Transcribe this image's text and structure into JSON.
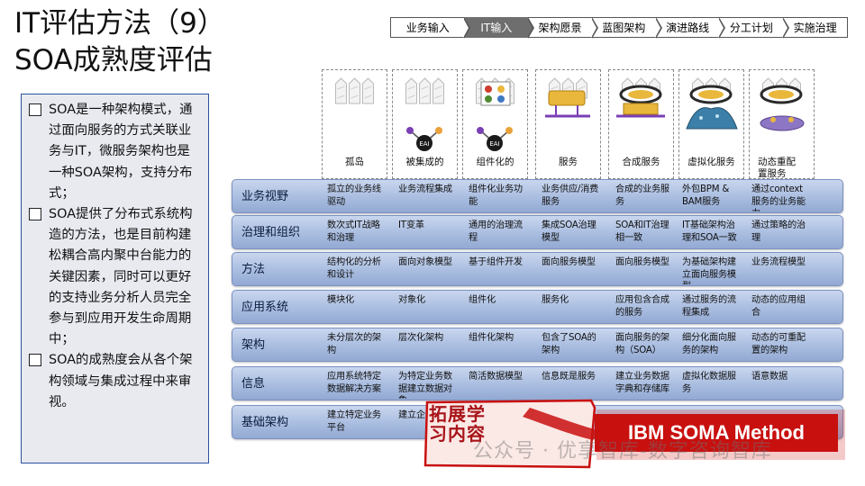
{
  "title": {
    "line1": "IT评估方法（9）",
    "line2": "SOA成熟度评估"
  },
  "breadcrumb": [
    "业务输入",
    "IT输入",
    "架构愿景",
    "蓝图架构",
    "演进路线",
    "分工计划",
    "实施治理"
  ],
  "breadcrumb_active_index": 1,
  "bullets": [
    "SOA是一种架构模式，通过面向服务的方式关联业务与IT，微服务架构也是一种SOA架构，支持分布式；",
    "SOA提供了分布式系统构造的方法，也是目前构建松耦合高内聚中台能力的关键因素，同时可以更好的支持业务分析人员完全参与到应用开发生命周期中；",
    "SOA的成熟度会从各个架构领域与集成过程中来审视。"
  ],
  "levels": [
    {
      "name": "孤岛",
      "icon": "silo-icon"
    },
    {
      "name": "被集成的",
      "icon": "integrated-icon"
    },
    {
      "name": "组件化的",
      "icon": "componentized-icon"
    },
    {
      "name": "服务",
      "icon": "service-icon"
    },
    {
      "name": "合成服务",
      "icon": "composite-service-icon"
    },
    {
      "name": "虚拟化服务",
      "icon": "virtualized-service-icon"
    },
    {
      "name": "动态重配置服务",
      "icon": "dynamic-reconfig-icon"
    }
  ],
  "badge_text": "EAI",
  "rows": [
    {
      "label": "业务视野",
      "cells": [
        "孤立的业务线驱动",
        "业务流程集成",
        "组件化业务功能",
        "业务供应/消费服务",
        "合成的业务服务",
        "外包BPM & BAM服务",
        "通过context服务的业务能力"
      ]
    },
    {
      "label": "治理和组织",
      "cells": [
        "数次式IT战略和治理",
        "IT变革",
        "通用的治理流程",
        "集成SOA治理模型",
        "SOA和IT治理相一致",
        "IT基础架构治理和SOA一致",
        "通过策略的治理"
      ]
    },
    {
      "label": "方法",
      "cells": [
        "结构化的分析和设计",
        "面向对象模型",
        "基于组件开发",
        "面向服务模型",
        "面向服务模型",
        "为基础架构建立面向服务模型",
        "业务流程模型"
      ]
    },
    {
      "label": "应用系统",
      "cells": [
        "模块化",
        "对象化",
        "组件化",
        "服务化",
        "应用包含合成的服务",
        "通过服务的流程集成",
        "动态的应用组合"
      ]
    },
    {
      "label": "架构",
      "cells": [
        "未分层次的架构",
        "层次化架构",
        "组件化架构",
        "包含了SOA的架构",
        "面向服务的架构（SOA）",
        "细分化面向服务的架构",
        "动态的可重配置的架构"
      ]
    },
    {
      "label": "信息",
      "cells": [
        "应用系统特定数据解决方案",
        "为特定业务数据建立数据对象",
        "简活数据模型",
        "信息既是服务",
        "建立业务数据字典和存储库",
        "虚拟化数据服务",
        "语意数据"
      ]
    },
    {
      "label": "基础架构",
      "cells": [
        "建立特定业务平台",
        "建立企业标准",
        "",
        "",
        "",
        "",
        ""
      ]
    }
  ],
  "extension": {
    "label_line1": "拓展学",
    "label_line2": "习内容",
    "method": "IBM SOMA Method"
  },
  "watermark": "公众号 · 优享智库-数字咨询智库"
}
